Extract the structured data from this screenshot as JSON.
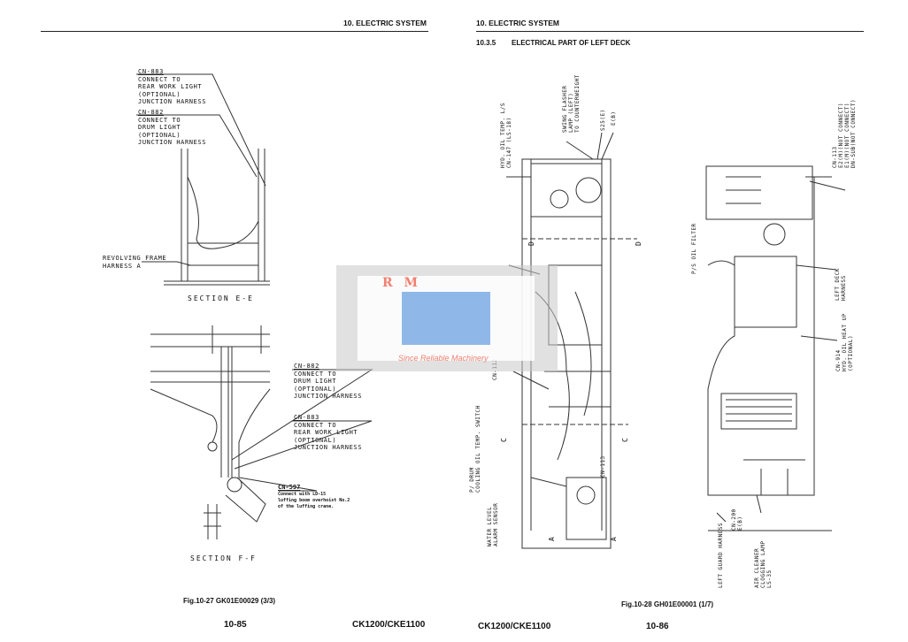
{
  "left_page": {
    "header": "10. ELECTRIC SYSTEM",
    "notes": [
      {
        "id": "CN-883",
        "text": "CONNECT TO\nREAR WORK LIGHT\n(OPTIONAL)\nJUNCTION HARNESS"
      },
      {
        "id": "CN-882",
        "text": "CONNECT TO\nDRUM LIGHT\n(OPTIONAL)\nJUNCTION HARNESS"
      },
      {
        "id": "CN-882",
        "text": "CONNECT TO\nDRUM LIGHT\n(OPTIONAL)\nJUNCTION HARNESS"
      },
      {
        "id": "CN-883",
        "text": "CONNECT TO\nREAR WORK LIGHT\n(OPTIONAL)\nJUNCTION HARNESS"
      },
      {
        "id": "CN-597",
        "text": "Connect with LD-15\nluffing boom overhoist No.2\nof the luffing crane."
      }
    ],
    "revolving_frame": "REVOLVING FRAME\nHARNESS A",
    "section_ee": "SECTION E-E",
    "section_ff": "SECTION F-F",
    "caption": "Fig.10-27 GK01E00029 (3/3)",
    "page_number": "10-85",
    "model": "CK1200/CKE1100"
  },
  "right_page": {
    "header": "10. ELECTRIC SYSTEM",
    "section_number": "10.3.5",
    "section_title": "ELECTRICAL PART OF LEFT DECK",
    "labels": {
      "hyd_temp": "HYD. OIL TEMP. L/S\nCN-147 (LS-18)",
      "swing": "SWING FLASHER\nLAMP (LEFT)\nTO COUNTERWEIGHT",
      "s25": "S25(E)",
      "eb": "E(B)",
      "cn113": "CN-113\nE2(M)(NOT CONNECT)\nE1(M)(NOT CONNECT)\nDN-SUB(NOT CONNECT)",
      "ps_filter": "P/S OIL FILTER",
      "left_deck": "LEFT DECK\nHARNESS",
      "heat_up": "CN-914\nHYD. OIL HEAT UP\n(OPTIONAL)",
      "drum_temp": "P/ DRUM\nCOOLING OIL TEMP. SWITCH",
      "cn112": "CN-112",
      "cn113b": "CN-113",
      "water": "WATER LEVEL\nALARM SENSOR",
      "guard": "LEFT GUARD HARNESS",
      "cn200": "CN-200\nE(B)",
      "air": "AIR CLEANER\nCLOGGING LAMP\nLS-35"
    },
    "section_marks": [
      "C",
      "C",
      "D",
      "D",
      "A",
      "A"
    ],
    "caption": "Fig.10-28 GH01E00001 (1/7)",
    "page_number": "10-86",
    "model": "CK1200/CKE1100"
  },
  "watermark": {
    "brand": "R M",
    "tagline": "Since Reliable Machinery"
  }
}
